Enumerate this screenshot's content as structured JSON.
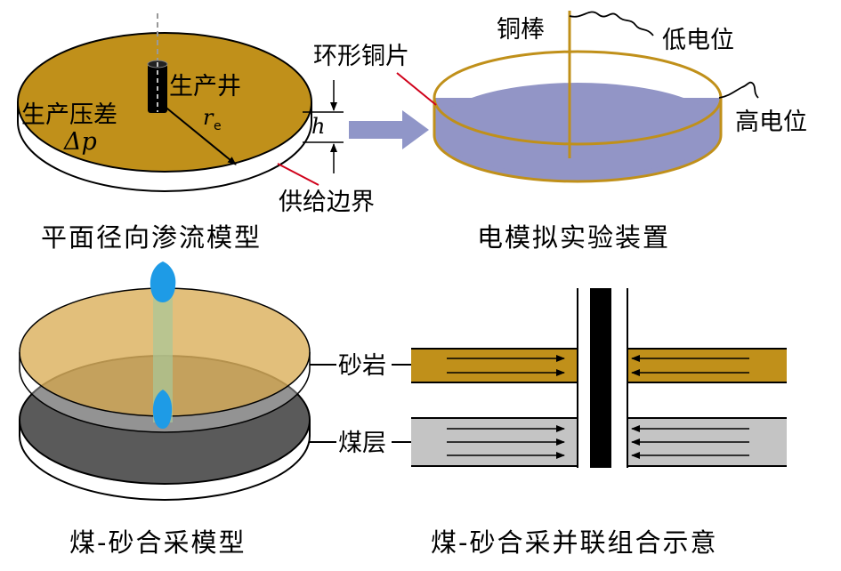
{
  "panel_planar": {
    "well_label": "生产井",
    "pressure_label": "生产压差",
    "delta_p": "Δp",
    "radius_symbol": "r",
    "radius_subscript": "e",
    "thickness_symbol": "h",
    "boundary_label": "供给边界",
    "caption": "平面径向渗流模型"
  },
  "panel_electric": {
    "copper_rod_label": "铜棒",
    "low_potential_label": "低电位",
    "ring_label": "环形铜片",
    "high_potential_label": "高电位",
    "caption": "电模拟实验装置"
  },
  "panel_coal_sand": {
    "caption": "煤-砂合采模型"
  },
  "panel_parallel": {
    "sandstone_label": "砂岩",
    "coal_label": "煤层",
    "caption": "煤-砂合采并联组合示意"
  },
  "colors": {
    "gold": "#c0901a",
    "lavender": "#9295c6",
    "arrow_blue": "#9096c8",
    "gray_layer": "#c4c4c4",
    "dark_layer": "#5a5a5a",
    "well_blue": "#1e9be6",
    "red_leader": "#d0021b"
  }
}
